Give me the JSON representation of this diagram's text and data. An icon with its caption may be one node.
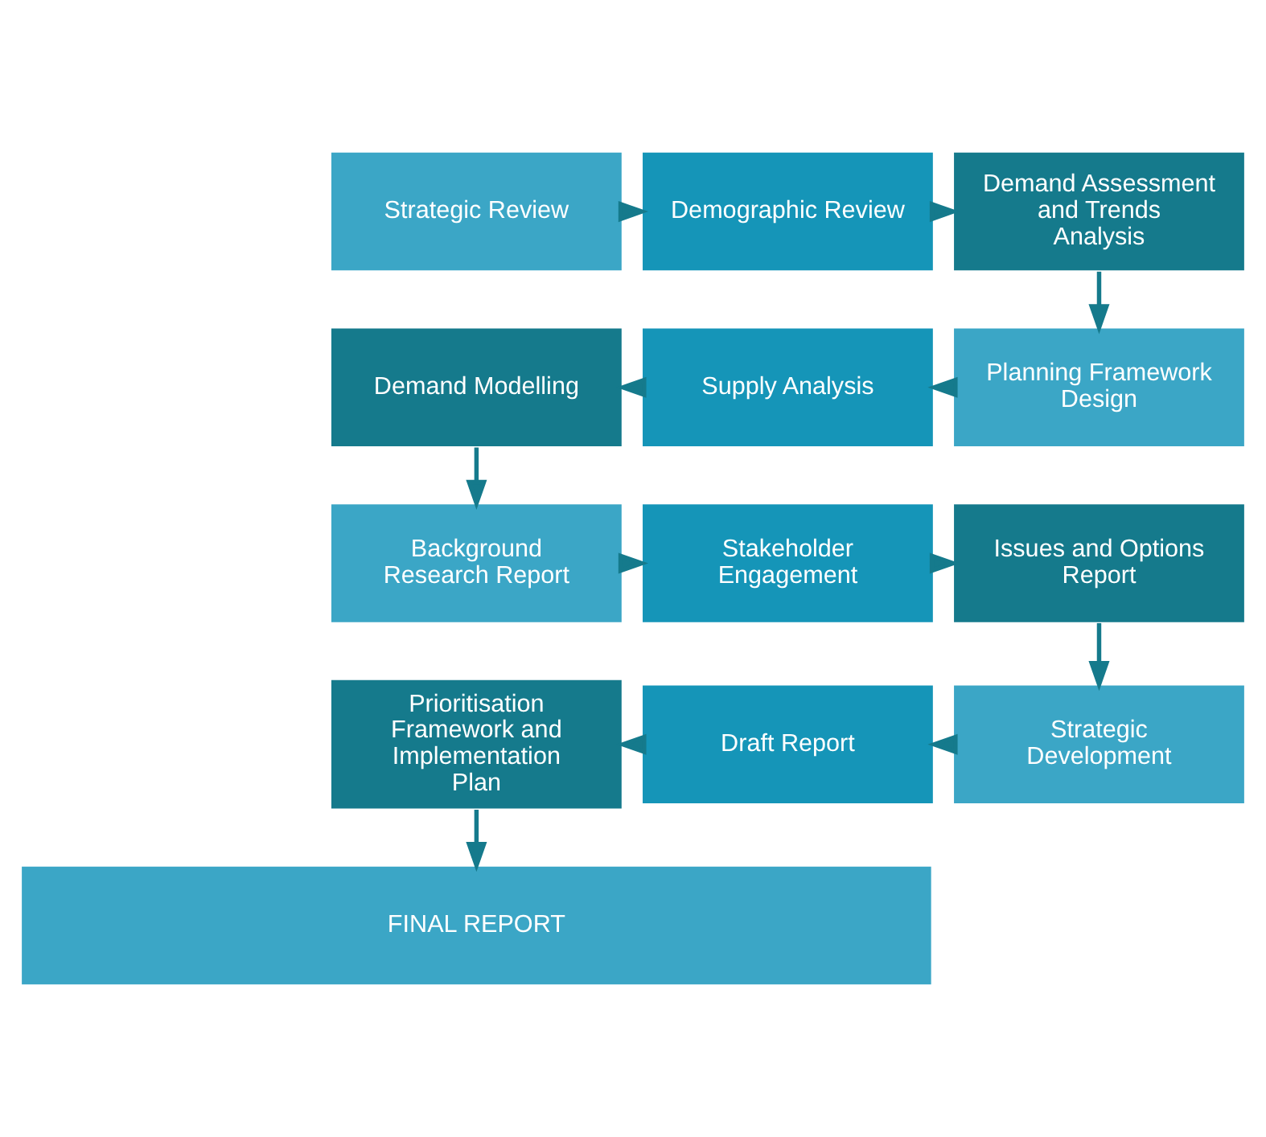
{
  "diagram": {
    "nodes": [
      {
        "text": [
          "Strategic Review"
        ]
      },
      {
        "text": [
          "Demographic Review"
        ]
      },
      {
        "text": [
          "Demand Assessment and Trends Analysis"
        ]
      },
      {
        "text": [
          "Demand Modelling"
        ]
      },
      {
        "text": [
          "Supply Analysis"
        ]
      },
      {
        "text": [
          "Planning Framework Design"
        ]
      },
      {
        "text": [
          "Background Research Report"
        ]
      },
      {
        "text": [
          "Stakeholder Engagement"
        ]
      },
      {
        "text": [
          "Issues and Options Report"
        ]
      },
      {
        "text": [
          "Prioritisation Framework and Implementation Plan"
        ]
      },
      {
        "text": [
          "Draft Report"
        ]
      },
      {
        "text": [
          "Strategic Development"
        ]
      },
      {
        "text": [
          "FINAL REPORT"
        ]
      }
    ],
    "edges": [
      {
        "from": 0,
        "to": 1,
        "arrow": "to"
      },
      {
        "from": 1,
        "to": 2,
        "arrow": "to"
      },
      {
        "from": 2,
        "to": 5,
        "arrow": "to"
      },
      {
        "from": 5,
        "to": 4,
        "arrow": "to"
      },
      {
        "from": 4,
        "to": 3,
        "arrow": "to"
      },
      {
        "from": 3,
        "to": 6,
        "arrow": "to"
      },
      {
        "from": 6,
        "to": 7,
        "arrow": "to"
      },
      {
        "from": 7,
        "to": 8,
        "arrow": "to"
      },
      {
        "from": 8,
        "to": 11,
        "arrow": "to"
      },
      {
        "from": 11,
        "to": 10,
        "arrow": "to"
      },
      {
        "from": 10,
        "to": 9,
        "arrow": "to"
      },
      {
        "from": 9,
        "to": 12,
        "arrow": "to"
      }
    ]
  }
}
